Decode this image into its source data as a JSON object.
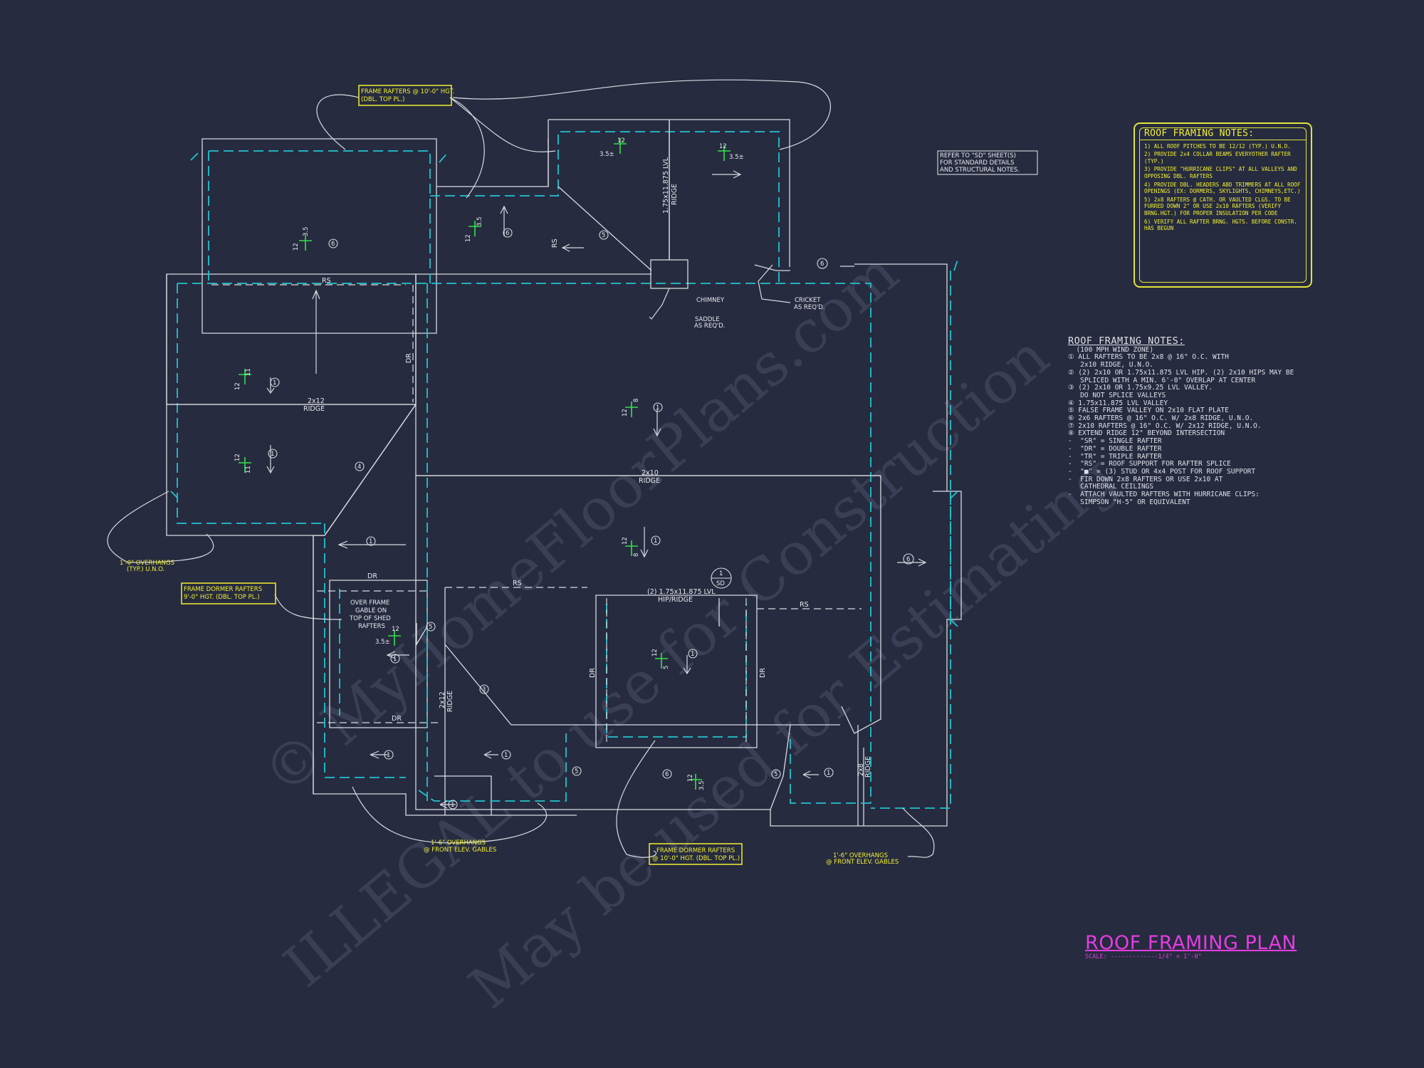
{
  "watermark": {
    "line1": "© MyHomeFloorPlans.com",
    "line2": "ILLEGAL to use for Construction",
    "line3": "May be used for Estimating"
  },
  "title": {
    "text": "ROOF FRAMING PLAN",
    "scale": "SCALE: -------------1/4\" = 1'-0\""
  },
  "callouts": {
    "frame_rafters_top_1": "FRAME RAFTERS @ 10'-0\" HGT.",
    "frame_rafters_top_2": "(DBL. TOP PL.)",
    "refer_1": "REFER TO \"SD\" SHEET(S)",
    "refer_2": "FOR STANDARD DETAILS",
    "refer_3": "AND STRUCTURAL NOTES.",
    "dormer_left_1": "FRAME DORMER RAFTERS",
    "dormer_left_2": "9'-0\" HGT. (DBL. TOP PL.)",
    "dormer_bottom_1": "FRAME DORMER RAFTERS",
    "dormer_bottom_2": "@ 10'-0\" HGT. (DBL. TOP PL.)",
    "overhang_left_1": "1'-0\" OVERHANGS",
    "overhang_left_2": "(TYP.) U.N.O.",
    "overhang_front_a1": "1'-6\" OVERHANGS",
    "overhang_front_a2": "@ FRONT ELEV. GABLES",
    "overhang_front_b1": "1'-6\" OVERHANGS",
    "overhang_front_b2": "@ FRONT ELEV. GABLES"
  },
  "labels": {
    "chimney": "CHIMNEY",
    "saddle_1": "SADDLE",
    "saddle_2": "AS REQ'D.",
    "cricket_1": "CRICKET",
    "cricket_2": "AS REQ'D.",
    "rs": "RS",
    "dr": "DR",
    "ridge_2x12": "2x12",
    "ridge_word": "RIDGE",
    "ridge_2x10": "2x10",
    "ridge_2x8": "2x8",
    "lvl_ridge_1": "1.75x11.875 LVL",
    "hip_ridge_1": "(2) 1.75x11.875 LVL",
    "hip_ridge_2": "HIP/RIDGE",
    "over_frame_1": "OVER FRAME",
    "over_frame_2": "GABLE ON",
    "over_frame_3": "TOP OF SHED",
    "over_frame_4": "RAFTERS",
    "sd_top": "1",
    "sd_bottom": "SD",
    "pitch_12": "12",
    "pitch_35": "3.5",
    "pitch_35pm": "3.5±",
    "pitch_11": "11",
    "pitch_8": "8",
    "pitch_5": "5",
    "n1": "1",
    "n3": "3",
    "n4": "4",
    "n5": "5",
    "n6": "6"
  },
  "roof_notes_ident": {
    "heading": "ROOF FRAMING NOTES:",
    "lines": [
      "  (100 MPH WIND ZONE)",
      "① ALL RAFTERS TO BE 2x8 @ 16\" O.C. WITH",
      "   2x10 RIDGE, U.N.O.",
      "② (2) 2x10 OR 1.75x11.875 LVL HIP. (2) 2x10 HIPS MAY BE",
      "   SPLICED WITH A MIN. 6'-0\" OVERLAP AT CENTER",
      "③ (2) 2x10 OR 1.75x9.25 LVL VALLEY.",
      "   DO NOT SPLICE VALLEYS",
      "④ 1.75x11.875 LVL VALLEY",
      "⑤ FALSE FRAME VALLEY ON 2x10 FLAT PLATE",
      "⑥ 2x6 RAFTERS @ 16\" O.C. W/ 2x8 RIDGE, U.N.O.",
      "⑦ 2x10 RAFTERS @ 16\" O.C. W/ 2x12 RIDGE, U.N.O.",
      "⑧ EXTEND RIDGE 12\" BEYOND INTERSECTION",
      "-  \"SR\" = SINGLE RAFTER",
      "-  \"DR\" = DOUBLE RAFTER",
      "-  \"TR\" = TRIPLE RAFTER",
      "-  \"RS\" = ROOF SUPPORT FOR RAFTER SPLICE",
      "-  \"■\" = (3) STUD OR 4x4 POST FOR ROOF SUPPORT",
      "-  FIR DOWN 2x8 RAFTERS OR USE 2x10 AT",
      "   CATHEDRAL CEILINGS",
      "-  ATTACH VAULTED RAFTERS WITH HURRICANE CLIPS:",
      "   SIMPSON \"H-5\" OR EQUIVALENT"
    ]
  },
  "roof_notes_box": {
    "heading": "ROOF FRAMING NOTES:",
    "items": [
      "1) ALL ROOF PITCHES TO BE 12/12 (TYP.) U.N.O.",
      "2) PROVIDE 2x4 COLLAR BEAMS EVERYOTHER RAFTER (TYP.)",
      "3) PROVIDE \"HURRICANE CLIPS\" AT ALL VALLEYS AND OPPOSING DBL. RAFTERS",
      "4) PROVIDE DBL. HEADERS ABD TRIMMERS AT ALL ROOF OPENINGS (EX: DORMERS, SKYLIGHTS, CHIMNEYS,ETC.)",
      "5) 2x8 RAFTERS @ CATH. OR VAULTED CLGS. TO BE FURRED DOWN 2\" OR USE 2x10 RAFTERS (VERIFY BRNG.HGT.) FOR PROPER INSULATION PER CODE",
      "6) VERIFY ALL RAFTER BRNG. HGTS. BEFORE CONSTR. HAS BEGUN"
    ]
  },
  "colors": {
    "background": "#262b3f",
    "linework": "#d8dbe2",
    "wall_dashed": "#22c3cf",
    "pitch_marks": "#35e04a",
    "callout_yellow": "#f2ef33",
    "title_magenta": "#e43ce0"
  }
}
